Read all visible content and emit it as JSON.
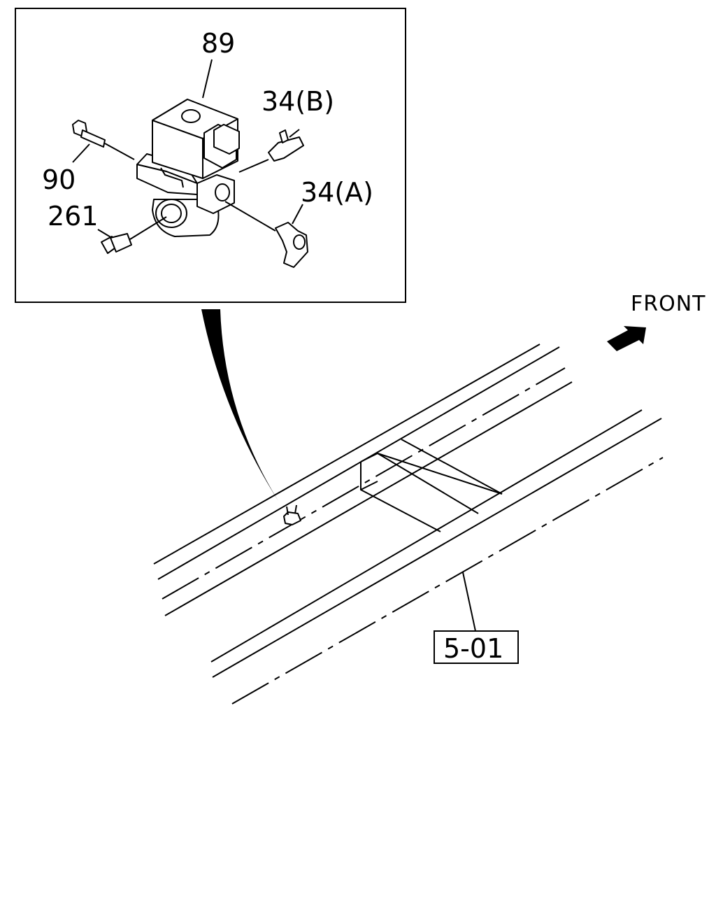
{
  "callouts": {
    "part_89": "89",
    "part_34b": "34(B)",
    "part_90": "90",
    "part_34a": "34(A)",
    "part_261": "261"
  },
  "direction": {
    "label": "FRONT"
  },
  "reference": {
    "label": "5-01"
  }
}
